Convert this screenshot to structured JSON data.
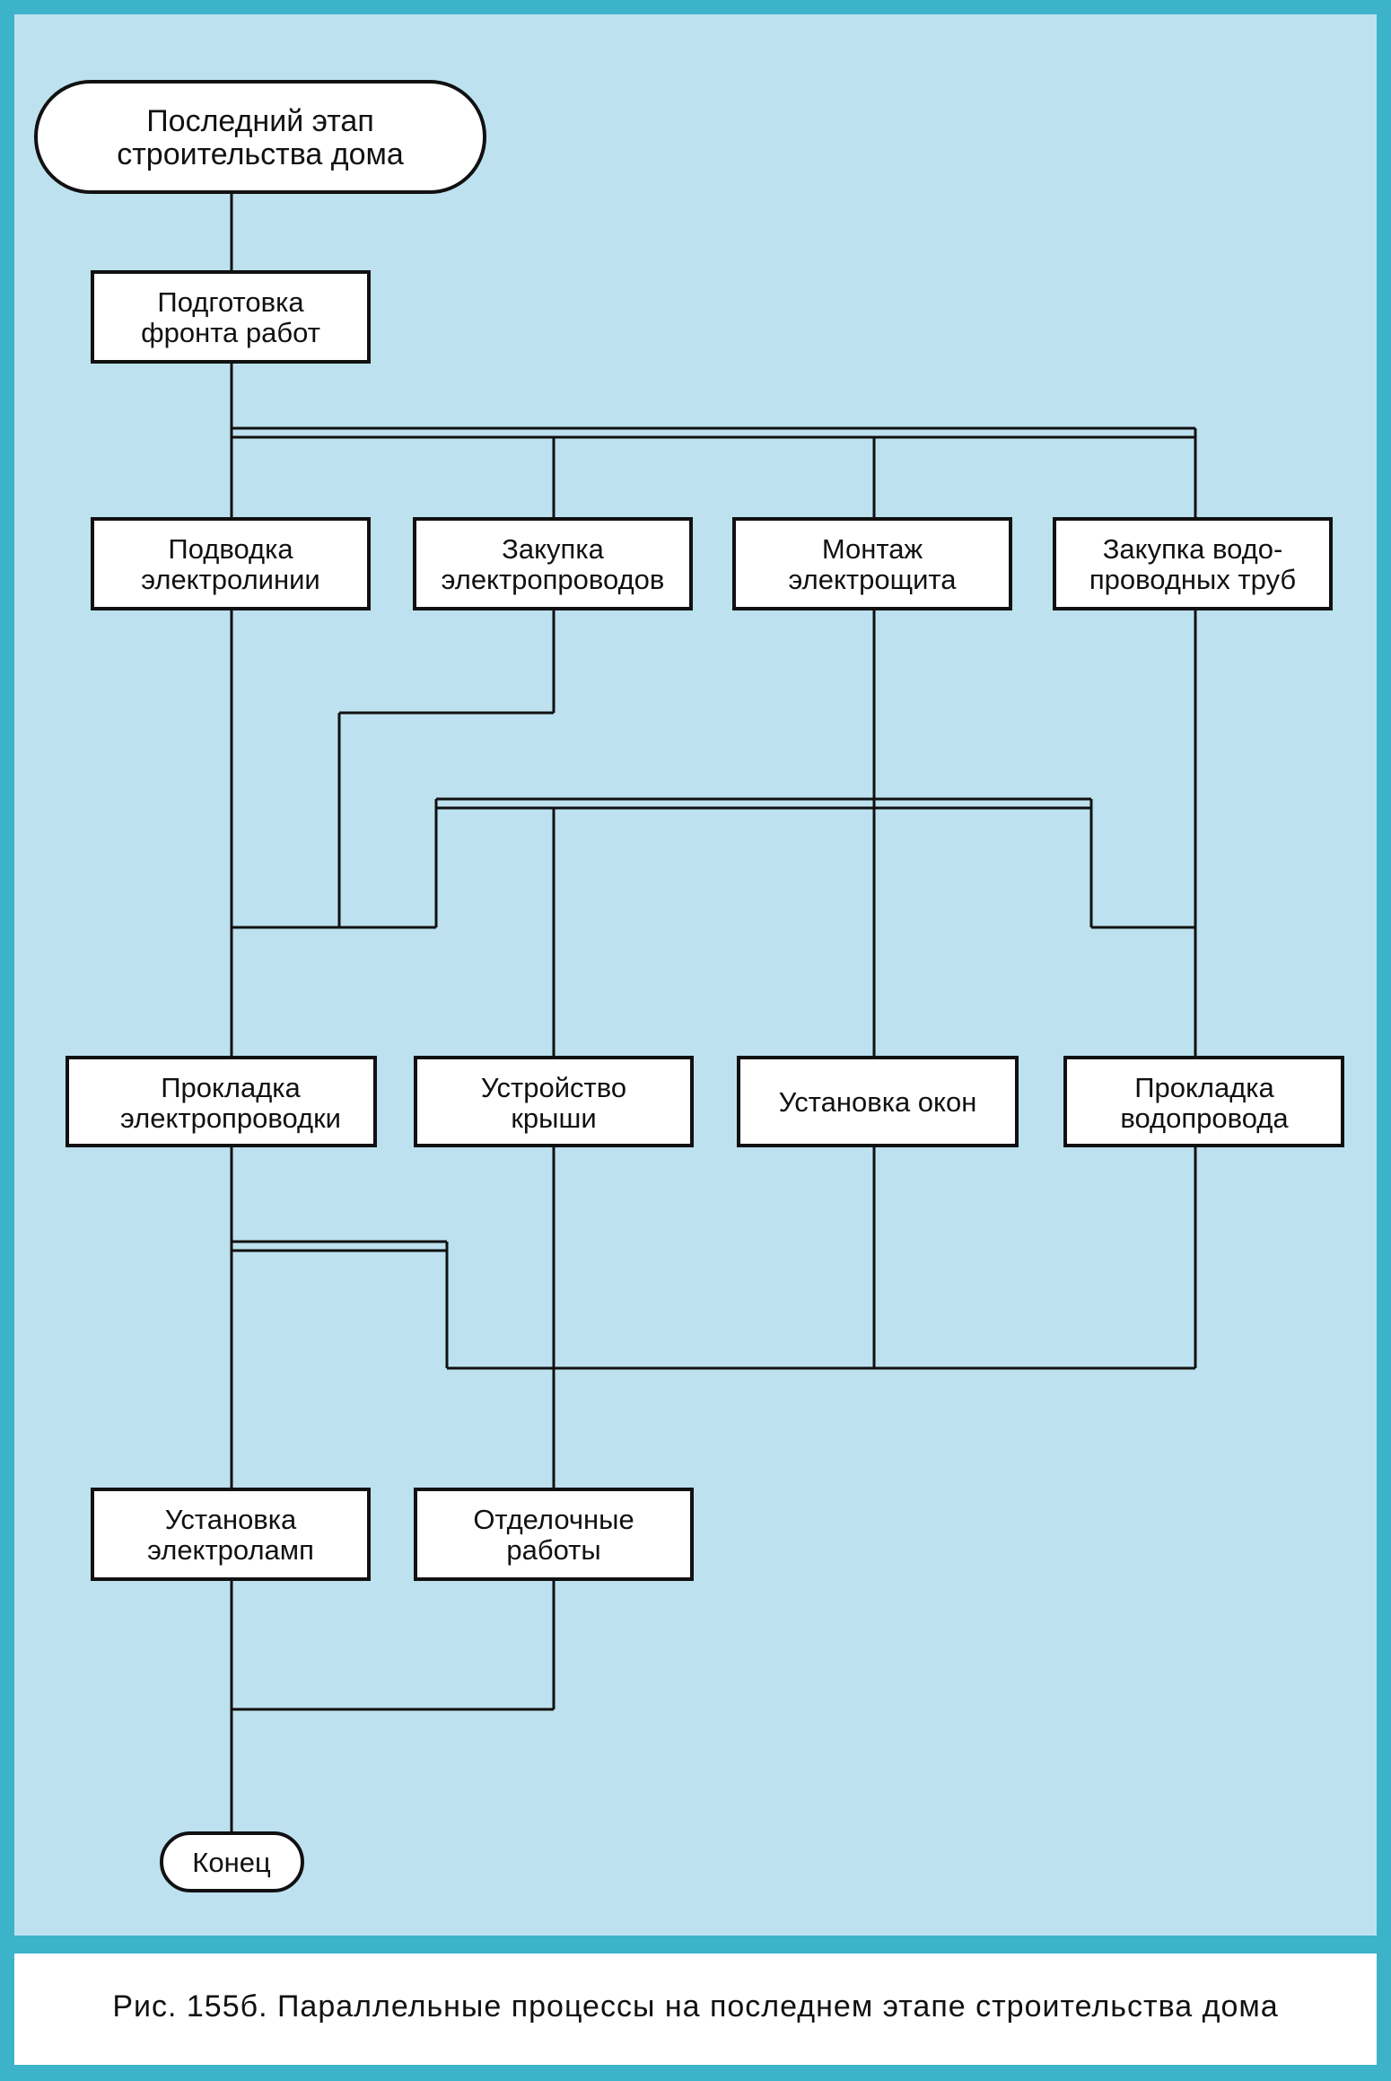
{
  "nodes": {
    "start": [
      "Последний этап",
      "строительства дома"
    ],
    "prep": [
      "Подготовка",
      "фронта работ"
    ],
    "power_line": [
      "Подводка",
      "электролинии"
    ],
    "buy_wires": [
      "Закупка",
      "электропроводов"
    ],
    "panel_install": [
      "Монтаж",
      "электрощита"
    ],
    "buy_pipes": [
      "Закупка водо-",
      "проводных труб"
    ],
    "wiring": [
      "Прокладка",
      "электропроводки"
    ],
    "roof": [
      "Устройство",
      "крыши"
    ],
    "windows": [
      "Установка окон"
    ],
    "plumbing": [
      "Прокладка",
      "водопровода"
    ],
    "lamps": [
      "Установка",
      "электроламп"
    ],
    "finishing": [
      "Отделочные",
      "работы"
    ],
    "end": [
      "Конец"
    ]
  },
  "caption": "Рис. 155б. Параллельные процессы на последнем этапе строительства дома",
  "colors": {
    "frame": "#3db3c9",
    "panel": "#bde1ef",
    "node_fill": "#ffffff",
    "line": "#111111"
  }
}
